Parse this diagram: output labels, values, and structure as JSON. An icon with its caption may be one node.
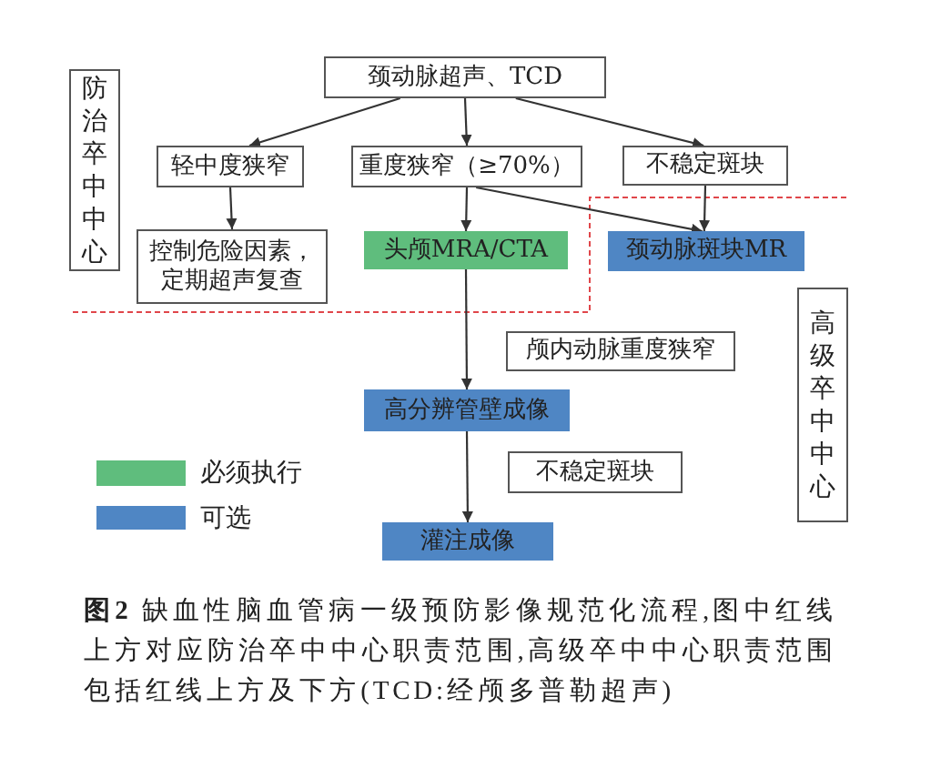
{
  "diagram": {
    "caption": "**图2** 缺血性脑血管病一级预防影像规范化流程,图中红线上方对应防治卒中中心职责范围,高级卒中中心职责范围包括红线上方及下方(TCD:经颅多普勒超声)",
    "nodes": [
      {
        "text": [
          "颈动脉超声、TCD"
        ]
      },
      {
        "text": [
          "防治卒中中心"
        ]
      },
      {
        "text": [
          "轻中度狭窄"
        ]
      },
      {
        "text": [
          "重度狭窄（≥70%）"
        ]
      },
      {
        "text": [
          "不稳定斑块"
        ]
      },
      {
        "text": [
          "控制危险因素，定期超声复查"
        ]
      },
      {
        "text": [
          "头颅MRA/CTA"
        ]
      },
      {
        "text": [
          "颈动脉斑块MR"
        ]
      },
      {
        "text": [
          "高级卒中中心"
        ]
      },
      {
        "text": [
          "颅内动脉重度狭窄"
        ]
      },
      {
        "text": [
          "高分辨管壁成像"
        ]
      },
      {
        "text": [
          "不稳定斑块"
        ]
      },
      {
        "text": [
          "灌注成像"
        ]
      }
    ],
    "edges": [
      {
        "from": 0,
        "to": 2,
        "arrow": "to"
      },
      {
        "from": 0,
        "to": 3,
        "arrow": "to"
      },
      {
        "from": 0,
        "to": 4,
        "arrow": "to"
      },
      {
        "from": 2,
        "to": 5,
        "arrow": "to"
      },
      {
        "from": 3,
        "to": 6,
        "arrow": "to"
      },
      {
        "from": 3,
        "to": 7,
        "arrow": "to"
      },
      {
        "from": 4,
        "to": 7,
        "arrow": "to"
      },
      {
        "from": 6,
        "to": 10,
        "arrow": "to"
      },
      {
        "from": 10,
        "to": 12,
        "arrow": "to"
      }
    ],
    "legend": [
      {
        "text": "必须执行",
        "color": "#5fbd7d"
      },
      {
        "text": "可选",
        "color": "#4f86c4"
      }
    ]
  }
}
